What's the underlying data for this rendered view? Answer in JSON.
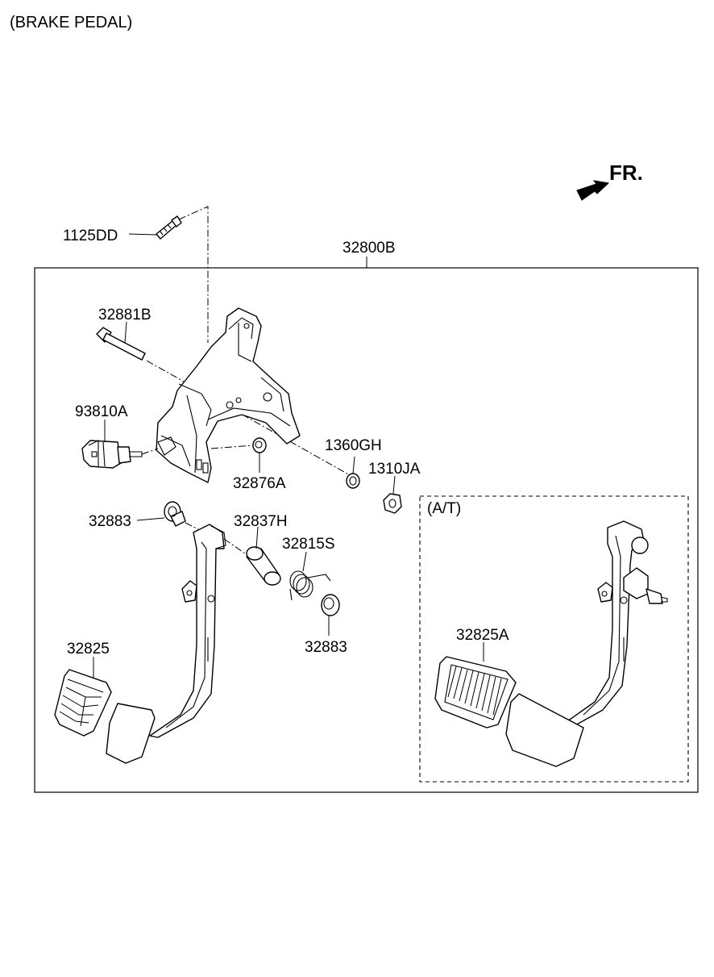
{
  "title": "(BRAKE PEDAL)",
  "direction_label": "FR.",
  "inset_label": "(A/T)",
  "parts": {
    "p1125DD": "1125DD",
    "p32800B": "32800B",
    "p32881B": "32881B",
    "p93810A": "93810A",
    "p1360GH": "1360GH",
    "p1310JA": "1310JA",
    "p32876A": "32876A",
    "p32883a": "32883",
    "p32837H": "32837H",
    "p32815S": "32815S",
    "p32883b": "32883",
    "p32825": "32825",
    "p32825A": "32825A"
  },
  "icons": {
    "direction": "arrow-forward-icon"
  }
}
